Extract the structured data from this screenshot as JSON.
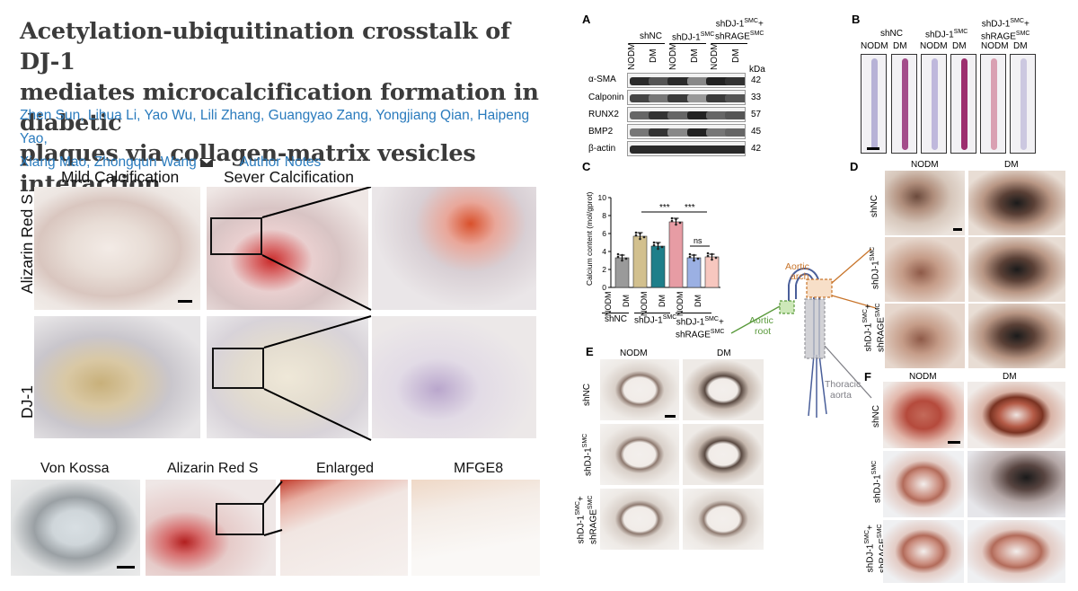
{
  "article": {
    "title_line1": "Acetylation-ubiquitination crosstalk of DJ-1",
    "title_line2": "mediates microcalcification formation in diabetic",
    "title_line3": "plaques via collagen-matrix vesicles interaction",
    "authors_line1": [
      "Zhen Sun",
      "Lihua Li",
      "Yao Wu",
      "Lili Zhang",
      "Guangyao Zang",
      "Yongjiang Qian",
      "Haipeng Yao"
    ],
    "authors_line2": [
      "Xiang Mao",
      "Zhongqun Wang"
    ],
    "author_notes": "Author Notes"
  },
  "left_figure": {
    "col_mild": "Mild Calcification",
    "col_severe": "Sever Calcification",
    "row_ars": "Alizarin Red S",
    "row_dj1": "DJ-1",
    "bottom_labels": [
      "Von Kossa",
      "Alizarin Red S",
      "Enlarged",
      "MFGE8"
    ]
  },
  "panel_a": {
    "letter": "A",
    "groups": [
      "shNC",
      "shDJ-1",
      "shDJ-1"
    ],
    "group_sup": [
      "",
      "SMC",
      "SMC"
    ],
    "group3_line2": "shRAGE",
    "group3_line2_sup": "SMC",
    "plus": "+",
    "conditions": [
      "NODM",
      "DM",
      "NODM",
      "DM",
      "NODM",
      "DM"
    ],
    "kda_label": "kDa",
    "proteins": [
      {
        "name": "α-SMA",
        "kda": "42"
      },
      {
        "name": "Calponin",
        "kda": "33"
      },
      {
        "name": "RUNX2",
        "kda": "57"
      },
      {
        "name": "BMP2",
        "kda": "45"
      },
      {
        "name": "β-actin",
        "kda": "42"
      }
    ]
  },
  "panel_b": {
    "letter": "B",
    "groups": [
      "shNC",
      "shDJ-1",
      "shDJ-1"
    ],
    "group_sup": [
      "",
      "SMC",
      "SMC"
    ],
    "group3_line2": "shRAGE",
    "group3_line2_sup": "SMC",
    "plus": "+",
    "conditions": [
      "NODM",
      "DM",
      "NODM",
      "DM",
      "NODM",
      "DM"
    ]
  },
  "panel_c": {
    "letter": "C",
    "ylabel": "Calcium content (mol/gprot)",
    "yticks": [
      "0",
      "2",
      "4",
      "6",
      "8",
      "10"
    ],
    "sig": [
      "***",
      "***",
      "ns"
    ],
    "xcond": [
      "NODM",
      "DM",
      "NODM",
      "DM",
      "NODM",
      "DM"
    ],
    "xgroups": [
      "shNC",
      "shDJ-1",
      "shDJ-1"
    ],
    "xgroup_sup": [
      "",
      "SMC",
      "SMC"
    ],
    "xgroup3_line2": "shRAGE",
    "xgroup3_line2_sup": "SMC",
    "plus": "+"
  },
  "chart_data": {
    "type": "bar",
    "categories": [
      "shNC NODM",
      "shNC DM",
      "shDJ-1 NODM",
      "shDJ-1 DM",
      "shDJ-1+shRAGE NODM",
      "shDJ-1+shRAGE DM"
    ],
    "values": [
      3.3,
      5.7,
      4.6,
      7.3,
      3.3,
      3.4
    ],
    "errors": [
      0.3,
      0.4,
      0.4,
      0.4,
      0.3,
      0.3
    ],
    "colors": [
      "#9a9a9a",
      "#d2c08e",
      "#1e7f8a",
      "#e79ca4",
      "#9bb0e3",
      "#f7c7bf"
    ],
    "ylabel": "Calcium content (mol/gprot)",
    "ylim": [
      0,
      10
    ],
    "grid": false
  },
  "panel_d": {
    "letter": "D",
    "cols": [
      "NODM",
      "DM"
    ],
    "rows": [
      "shNC",
      "shDJ-1",
      "shDJ-1"
    ],
    "row_sup": [
      "",
      "SMC",
      "SMC"
    ],
    "row3_line2": "shRAGE",
    "row3_line2_sup": "SMC",
    "plus": "+"
  },
  "panel_e": {
    "letter": "E",
    "cols": [
      "NODM",
      "DM"
    ],
    "rows": [
      "shNC",
      "shDJ-1",
      "shDJ-1"
    ],
    "row_sup": [
      "",
      "SMC",
      "SMC"
    ],
    "row3_line2": "shRAGE",
    "row3_line2_sup": "SMC",
    "plus": "+"
  },
  "panel_f": {
    "letter": "F",
    "cols": [
      "NODM",
      "DM"
    ],
    "rows": [
      "shNC",
      "shDJ-1",
      "shDJ-1"
    ],
    "row_sup": [
      "",
      "SMC",
      "SMC"
    ],
    "row3_line2": "shRAGE",
    "row3_line2_sup": "SMC",
    "plus": "+"
  },
  "aorta_diagram": {
    "arch": [
      "Aortic",
      "arch"
    ],
    "root": [
      "Aortic",
      "root"
    ],
    "thoracic": [
      "Thoracic",
      "aorta"
    ],
    "colors": {
      "arch": "#c8742a",
      "root": "#5a9a3c",
      "thoracic": "#7f7f86",
      "vessel": "#4a5f9a"
    }
  }
}
